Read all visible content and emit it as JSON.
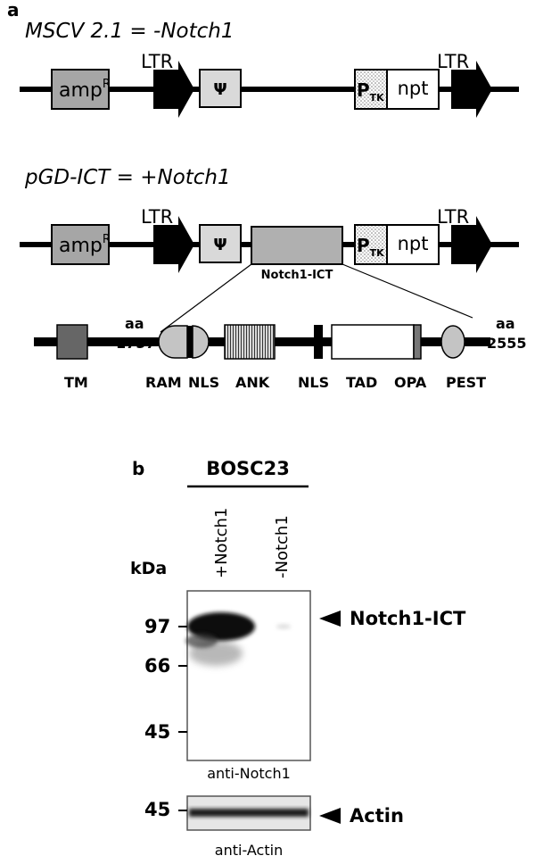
{
  "panel_a": {
    "label": "a",
    "construct1": {
      "title": "MSCV 2.1 = -Notch1",
      "amp": "amp",
      "amp_sup": "R",
      "ltr_left": "LTR",
      "ltr_right": "LTR",
      "psi": "Ψ",
      "ptk": "P",
      "ptk_sub": "TK",
      "npt": "npt"
    },
    "construct2": {
      "title": "pGD-ICT = +Notch1",
      "amp": "amp",
      "amp_sup": "R",
      "ltr_left": "LTR",
      "ltr_right": "LTR",
      "psi": "Ψ",
      "insert_label": "Notch1-ICT",
      "ptk": "P",
      "ptk_sub": "TK",
      "npt": "npt"
    },
    "domains": {
      "aa_start_prefix": "aa",
      "aa_start": "1757",
      "aa_end_prefix": "aa",
      "aa_end": "2555",
      "labels": [
        "TM",
        "RAM",
        "NLS",
        "ANK",
        "NLS",
        "TAD",
        "OPA",
        "PEST"
      ]
    }
  },
  "panel_b": {
    "label": "b",
    "cell_line": "BOSC23",
    "lanes": [
      "+Notch1",
      "-Notch1"
    ],
    "kda_label": "kDa",
    "markers_main": [
      "97",
      "66",
      "45"
    ],
    "band_label": "Notch1-ICT",
    "antibody_main": "anti-Notch1",
    "marker_actin": "45",
    "actin_label": "Actin",
    "antibody_actin": "anti-Actin"
  }
}
